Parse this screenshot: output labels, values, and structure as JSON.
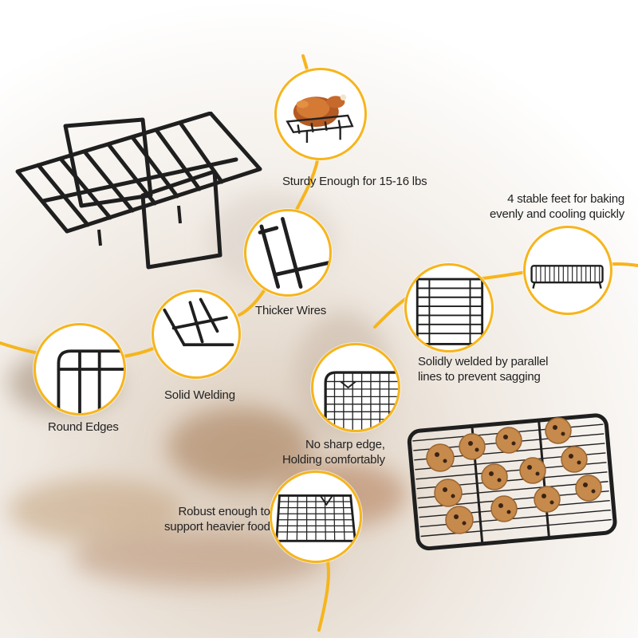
{
  "features": {
    "sturdy": "Sturdy Enough for 15-16 lbs",
    "stable_feet": "4 stable feet for baking\nevenly and cooling quickly",
    "thicker_wires": "Thicker Wires",
    "parallel_lines": "Solidly welded by parallel\nlines to prevent sagging",
    "solid_welding": "Solid Welding",
    "round_edges": "Round Edges",
    "no_sharp_edge": "No sharp edge,\nHolding comfortably",
    "robust": "Robust enough to\nsupport heavier food"
  },
  "colors": {
    "accent": "#f6b51c",
    "wire": "#1f1f1f",
    "background_blur": "#e9e2d9"
  },
  "icons": {
    "turkey": "roasted-turkey-on-rack",
    "rack": "v-shaped-roasting-rack",
    "cooling_rack": "cooling-rack-with-cookies"
  }
}
